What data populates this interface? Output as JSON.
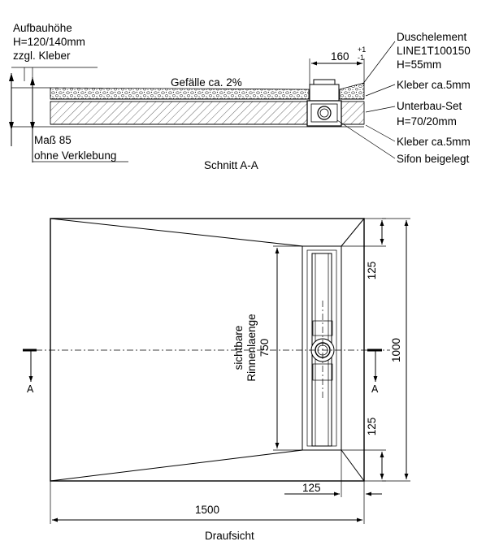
{
  "section": {
    "build_height_title": "Aufbauhöhe",
    "build_height_value": "H=120/140mm",
    "build_height_plus": "zzgl. Kleber",
    "dimension_85_line1": "Maß 85",
    "dimension_85_line2": "ohne Verklebung",
    "slope_label": "Gefälle ca. 2%",
    "dim_160": "160",
    "dim_160_tol_plus": "+1",
    "dim_160_tol_minus": "-1",
    "section_title": "Schnitt A-A",
    "callouts": {
      "element_title": "Duschelement",
      "element_model": "LINE1T100150",
      "element_height": "H=55mm",
      "adhesive_top": "Kleber ca.5mm",
      "substructure_title": "Unterbau-Set",
      "substructure_height": "H=70/20mm",
      "adhesive_bottom": "Kleber ca.5mm",
      "siphon": "Sifon beigelegt"
    }
  },
  "plan": {
    "title": "Draufsicht",
    "width_label": "1500",
    "depth_label": "1000",
    "dim_125_top": "125",
    "dim_125_bottom": "125",
    "dim_125_horizontal": "125",
    "channel_label_1": "sichtbare",
    "channel_label_2": "Rinnenlaenge",
    "channel_label_3": "750",
    "cut_left": "A",
    "cut_right": "A"
  }
}
